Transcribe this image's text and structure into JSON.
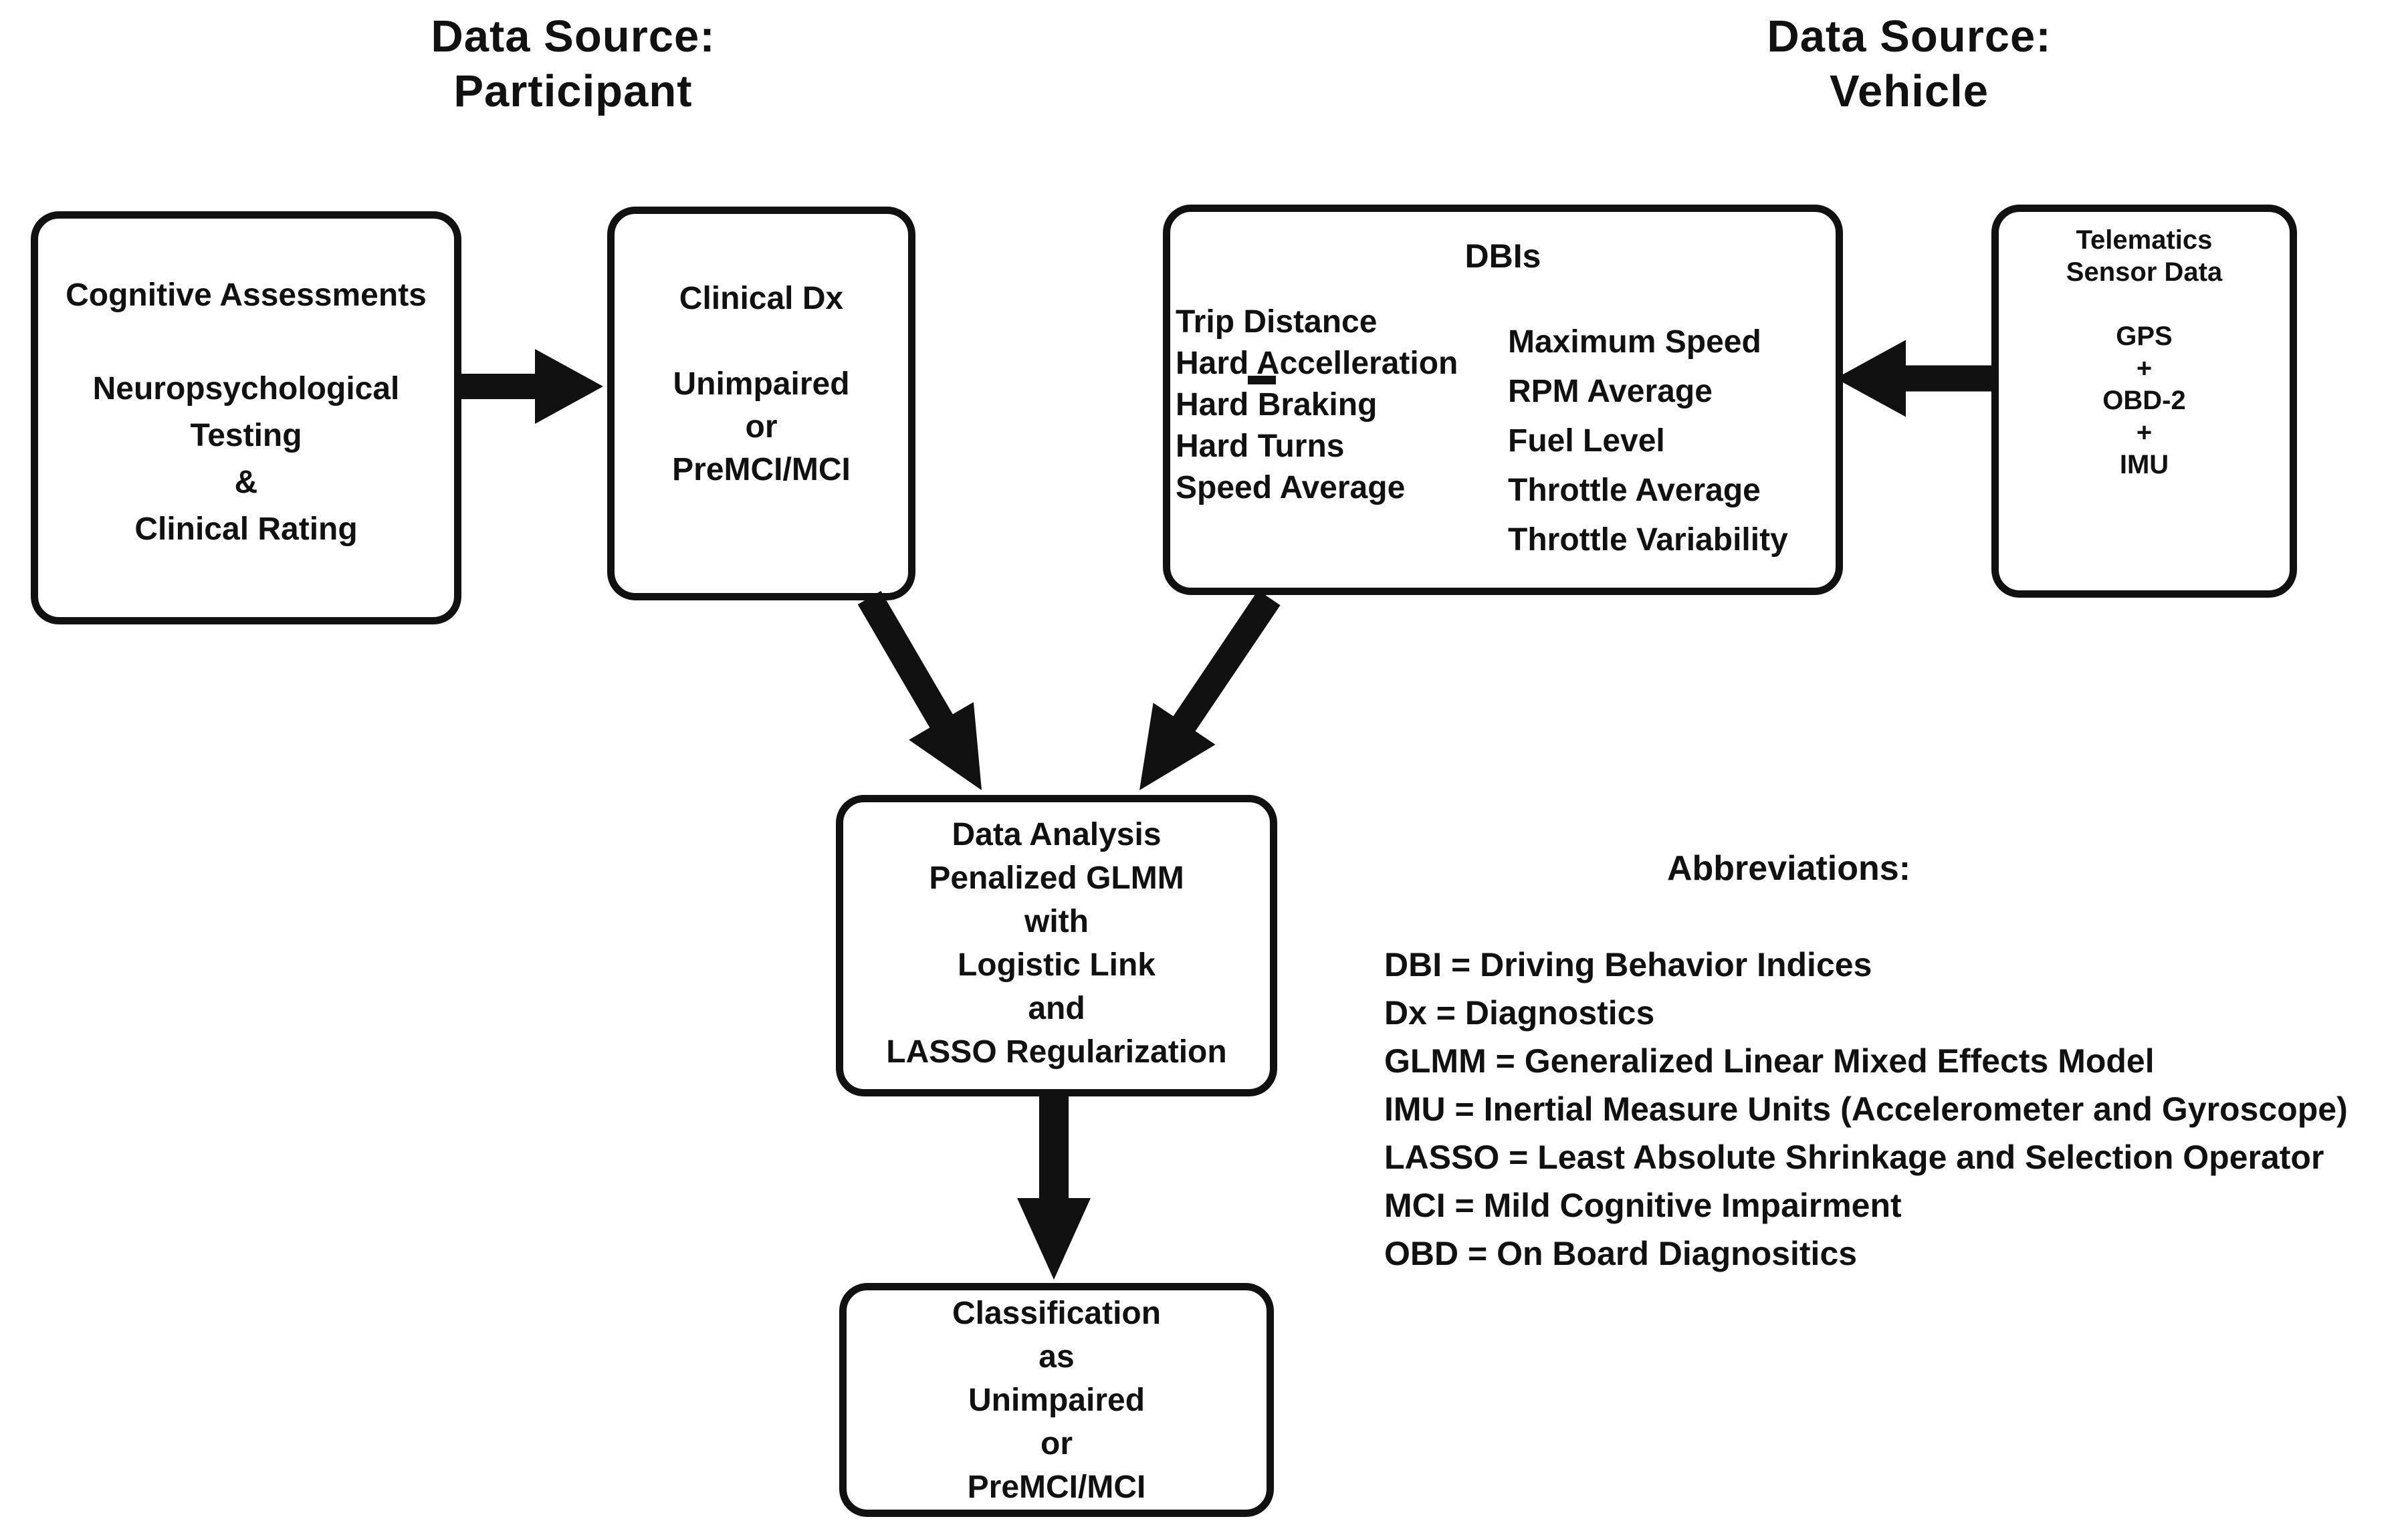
{
  "colors": {
    "ink": "#111111",
    "background": "#ffffff"
  },
  "headings": {
    "participant": {
      "line1": "Data Source:",
      "line2": "Participant"
    },
    "vehicle": {
      "line1": "Data Source:",
      "line2": "Vehicle"
    }
  },
  "boxes": {
    "cognitive": {
      "lines": [
        "Cognitive Assessments",
        "",
        "Neuropsychological",
        "Testing",
        "&",
        "Clinical Rating"
      ]
    },
    "clinical_dx": {
      "lines": [
        "Clinical Dx",
        "",
        "Unimpaired",
        "or",
        "PreMCI/MCI"
      ]
    },
    "dbis": {
      "title": "DBIs",
      "left_column": [
        "Trip Distance",
        "Hard Accelleration",
        "Hard Braking",
        "Hard Turns",
        "Speed Average"
      ],
      "right_column": [
        "Maximum Speed",
        "RPM Average",
        "Fuel Level",
        "Throttle Average",
        "Throttle Variability"
      ]
    },
    "telematics": {
      "lines": [
        "Telematics",
        "Sensor Data",
        "",
        "GPS",
        "+",
        "OBD-2",
        "+",
        "IMU"
      ]
    },
    "data_analysis": {
      "lines": [
        "Data Analysis",
        "Penalized GLMM",
        "with",
        "Logistic Link",
        "and",
        "LASSO Regularization"
      ]
    },
    "classification": {
      "lines": [
        "Classification",
        "as",
        "Unimpaired",
        "or",
        "PreMCI/MCI"
      ]
    }
  },
  "abbreviations": {
    "title": "Abbreviations:",
    "items": [
      "DBI = Driving Behavior Indices",
      "Dx = Diagnostics",
      "GLMM = Generalized Linear Mixed Effects Model",
      "IMU = Inertial Measure Units (Accelerometer and Gyroscope)",
      "LASSO = Least Absolute Shrinkage and Selection Operator",
      "MCI = Mild Cognitive Impairment",
      "OBD = On Board Diagnositics"
    ]
  }
}
